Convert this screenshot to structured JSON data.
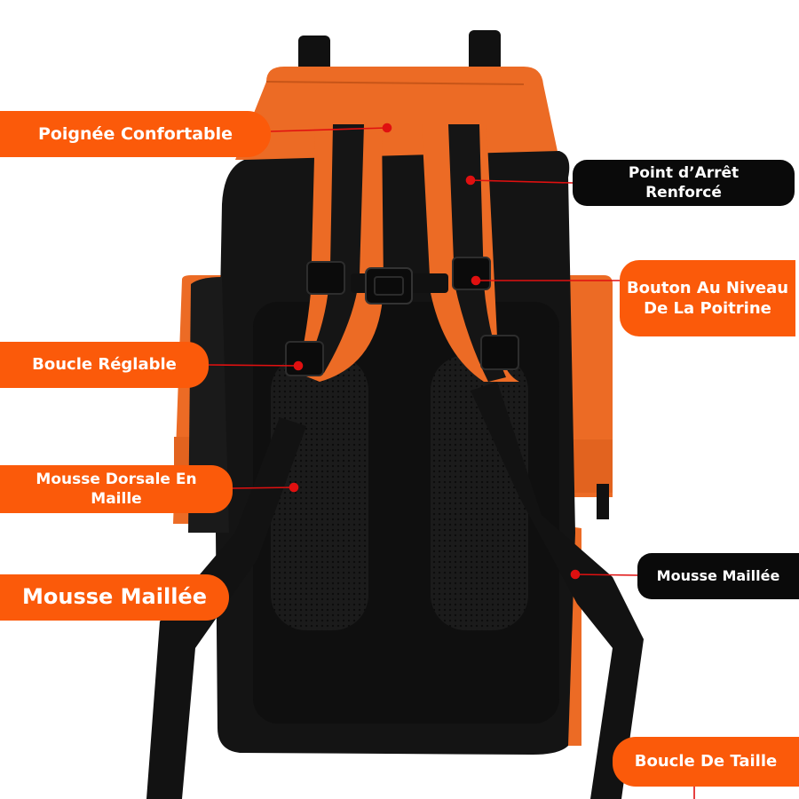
{
  "colors": {
    "accent": "#fb5a0a",
    "bag_orange": "#ec6b25",
    "bag_black": "#141414",
    "pointer": "#e01010"
  },
  "labels": {
    "comfort_handle": "Poignée Confortable",
    "reinforced_stop": "Point d’Arrêt\nRenforcé",
    "chest_button": "Bouton Au Niveau\nDe La Poitrine",
    "adjustable_buckle": "Boucle Réglable",
    "back_mesh_foam": "Mousse Dorsale En\nMaille",
    "mesh_foam_left": "Mousse Maillée",
    "mesh_foam_right": "Mousse Maillée",
    "waist_buckle": "Boucle De Taille"
  }
}
